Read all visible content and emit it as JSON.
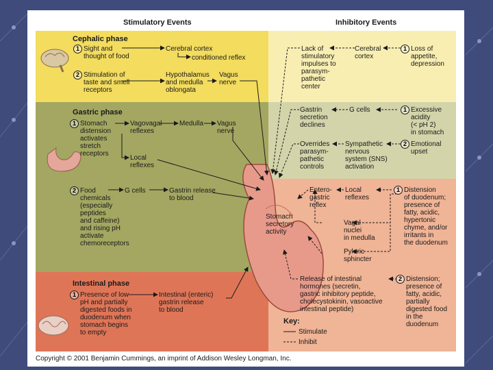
{
  "headers": {
    "stimulatory": "Stimulatory Events",
    "inhibitory": "Inhibitory Events"
  },
  "colors": {
    "cephalic": "#f3dc5e",
    "cephalic_right": "#f8eeb2",
    "gastric": "#a3a761",
    "gastric_right": "#d3d4aa",
    "intestinal": "#df7557",
    "intestinal_right": "#f0b496",
    "background": "#3f4b7a"
  },
  "cephalic": {
    "title": "Cephalic phase",
    "n1": "1",
    "sight": "Sight and\nthought of food",
    "cortex": "Cerebral cortex",
    "conditioned": "conditioned reflex",
    "n2": "2",
    "stimulation": "Stimulation of\ntaste and smell\nreceptors",
    "hypothalamus": "Hypothalamus\nand medulla\noblongata",
    "vagus": "Vagus\nnerve",
    "lack": "Lack of\nstimulatory\nimpulses to\nparasym-\npathetic\ncenter",
    "cortex_right": "Cerebral\ncortex",
    "loss_num": "1",
    "loss": "Loss of\nappetite,\ndepression"
  },
  "gastric": {
    "title": "Gastric phase",
    "n1": "1",
    "stomach": "Stomach\ndistension\nactivates\nstretch\nreceptors",
    "vagovagal": "Vagovagal\nreflexes",
    "medulla": "Medulla",
    "vagus": "Vagus\nnerve",
    "local": "Local\nreflexes",
    "n2": "2",
    "food": "Food\nchemicals\n(especially\npeptides\nand caffeine)\nand rising pH\nactivate\nchemoreceptors",
    "gcells": "G cells",
    "gastrin_release": "Gastrin release\nto blood",
    "gastrin_declines": "Gastrin\nsecretion\ndeclines",
    "gcells_right": "G cells",
    "excess_num": "1",
    "excess": "Excessive\nacidity\n(< pH 2)\nin stomach",
    "overrides": "Overrides\nparasym-\npathetic\ncontrols",
    "sympathetic": "Sympathetic\nnervous\nsystem (SNS)\nactivation",
    "emotional_num": "2",
    "emotional": "Emotional\nupset"
  },
  "intestinal": {
    "title": "Intestinal phase",
    "n1": "1",
    "presence": "Presence of low\npH and partially\ndigested foods in\nduodenum when\nstomach begins\nto empty",
    "intestinal_gastrin": "Intestinal (enteric)\ngastrin release\nto blood",
    "stomach_activity": "Stomach\nsecretory\nactivity",
    "entero": "Entero-\ngastric\nreflex",
    "local_right": "Local\nreflexes",
    "vagal": "Vagal\nnuclei\nin medulla",
    "pyloric": "Pyloric\nsphincter",
    "dist1_num": "1",
    "distension1": "Distension\nof duodenum;\npresence of\nfatty, acidic,\nhypertonic\nchyme, and/or\nirritants in\nthe duodenum",
    "release": "Release of intestinal\nhormones (secretin,\ngastric inhibitory peptide,\ncholecystokinin, vasoactive\nintestinal peptide)",
    "dist2_num": "2",
    "distension2": "Distension;\npresence of\nfatty, acidic,\npartially\ndigested food\nin the\nduodenum",
    "key": "Key:",
    "stimulate": "Stimulate",
    "inhibit": "Inhibit"
  },
  "copyright": "Copyright © 2001 Benjamin Cummings, an imprint of Addison Wesley Longman, Inc."
}
